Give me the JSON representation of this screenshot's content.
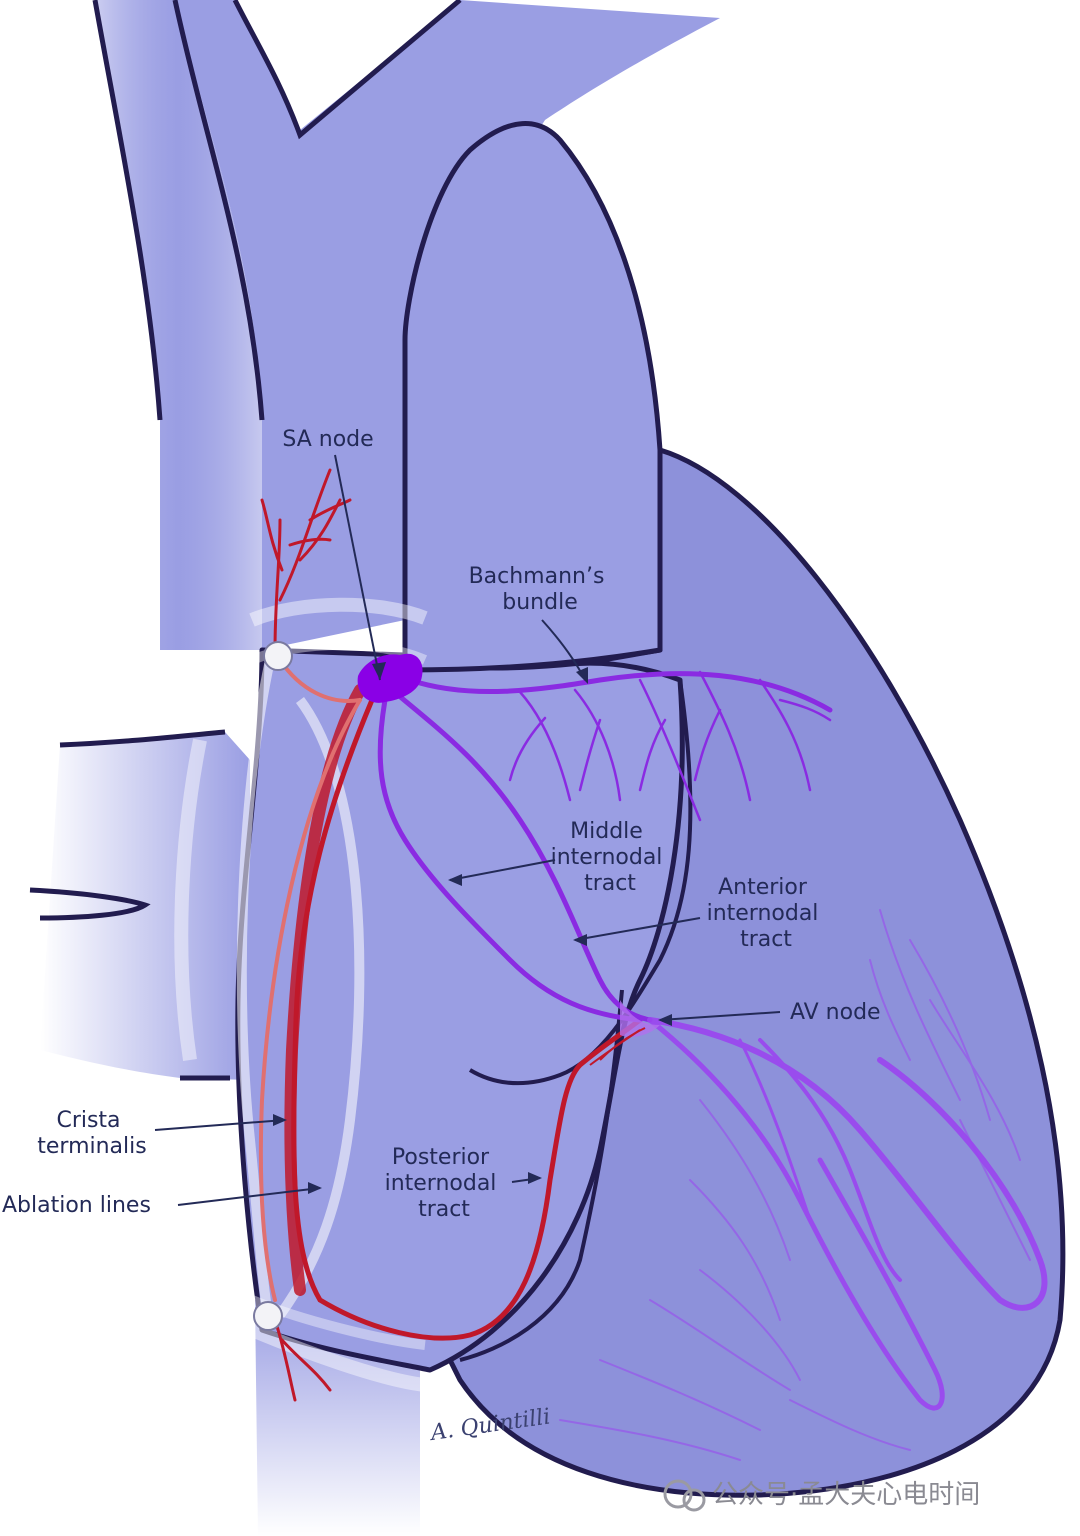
{
  "labels": {
    "sa_node": "SA node",
    "bachmanns_bundle": [
      "Bachmann’s",
      "bundle"
    ],
    "middle_internodal_tract": [
      "Middle",
      "internodal",
      "tract"
    ],
    "anterior_internodal_tract": [
      "Anterior",
      "internodal",
      "tract"
    ],
    "av_node": "AV node",
    "crista_terminalis": [
      "Crista",
      "terminalis"
    ],
    "ablation_lines": "Ablation lines",
    "posterior_internodal_tract": [
      "Posterior",
      "internodal",
      "tract"
    ]
  },
  "signature": "A. Quintilli",
  "watermark": "公众号·孟大夫心电时间",
  "colors": {
    "tissue": "#9a9ee3",
    "tissue_dark": "#8d91da",
    "outline": "#221c4f",
    "conduction_purple": "#8a2be2",
    "sa_node": "#8a00e6",
    "crista_red": "#c0182a",
    "label_text": "#232a57"
  }
}
